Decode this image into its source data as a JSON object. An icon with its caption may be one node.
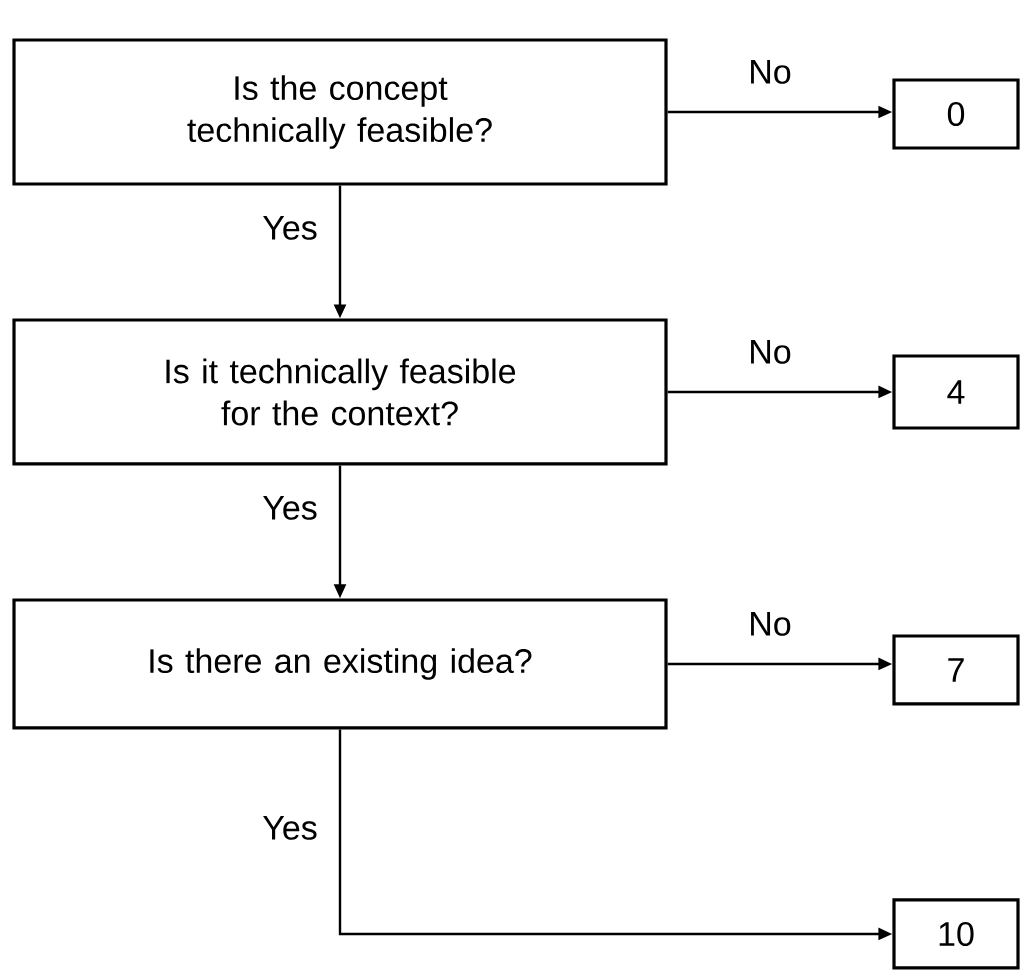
{
  "diagram": {
    "nodes": [
      {
        "text": [
          "Is the concept technically feasible?"
        ]
      },
      {
        "text": [
          "0"
        ]
      },
      {
        "text": [
          "Is it technically feasible for the context?"
        ]
      },
      {
        "text": [
          "4"
        ]
      },
      {
        "text": [
          "Is there an existing idea?"
        ]
      },
      {
        "text": [
          "7"
        ]
      },
      {
        "text": [
          "10"
        ]
      }
    ],
    "edges": [
      {
        "from": 0,
        "to": 1,
        "arrow": "to",
        "label": "No"
      },
      {
        "from": 0,
        "to": 2,
        "arrow": "to",
        "label": "Yes"
      },
      {
        "from": 2,
        "to": 3,
        "arrow": "to",
        "label": "No"
      },
      {
        "from": 2,
        "to": 4,
        "arrow": "to",
        "label": "Yes"
      },
      {
        "from": 4,
        "to": 5,
        "arrow": "to",
        "label": "No"
      },
      {
        "from": 4,
        "to": 6,
        "arrow": "to",
        "label": "Yes"
      }
    ]
  }
}
